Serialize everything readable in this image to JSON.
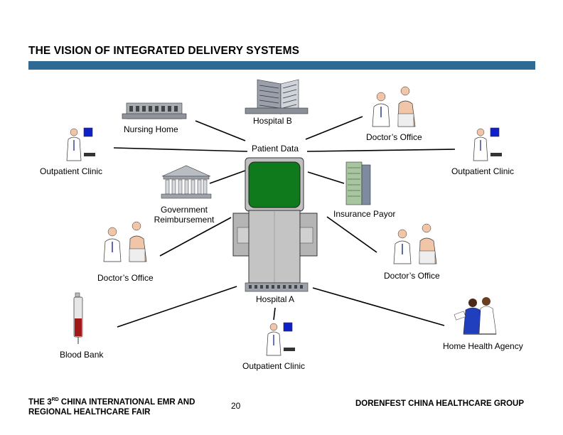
{
  "title": "THE VISION OF INTEGRATED DELIVERY SYSTEMS",
  "colors": {
    "title_bar": "#2e6a94",
    "screen_green": "#0e7a1c",
    "monitor_blue": "#1020c8"
  },
  "nodes": {
    "hospital_b": "Hospital B",
    "nursing_home": "Nursing Home",
    "doctors_office_top": "Doctor’s Office",
    "patient_data": "Patient Data",
    "outpatient_left": "Outpatient Clinic",
    "outpatient_right": "Outpatient Clinic",
    "government": "Government\nReimbursement",
    "insurance": "Insurance Payor",
    "doctors_office_left": "Doctor’s Office",
    "doctors_office_right": "Doctor’s Office",
    "hospital_a": "Hospital A",
    "home_health": "Home Health Agency",
    "blood_bank": "Blood Bank",
    "outpatient_bottom": "Outpatient Clinic"
  },
  "footer": {
    "event_pre": "THE 3",
    "event_sup": "RD",
    "event_line1_rest": " CHINA INTERNATIONAL EMR AND",
    "event_line2": "REGIONAL HEALTHCARE FAIR",
    "page_number": "20",
    "company": "DORENFEST CHINA HEALTHCARE GROUP"
  },
  "icons": [
    "hospital-building-icon",
    "nursing-home-icon",
    "doctor-patient-icon",
    "clinic-computer-icon",
    "government-building-icon",
    "office-tower-icon",
    "computer-terminal-icon",
    "blood-vial-icon",
    "home-health-nurses-icon"
  ]
}
